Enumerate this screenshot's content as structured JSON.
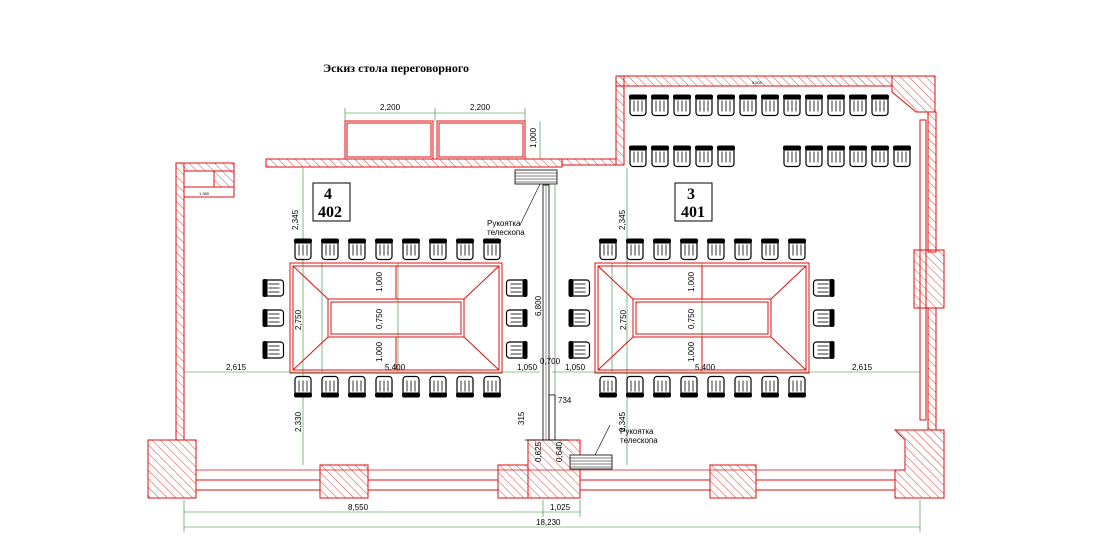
{
  "title": "Эскиз стола переговорного",
  "rooms": [
    {
      "number": "4",
      "code": "402"
    },
    {
      "number": "3",
      "code": "401"
    }
  ],
  "notes": {
    "handle_top": [
      "Рукоятка",
      "телескопа"
    ],
    "handle_bottom": [
      "Рукоятка",
      "телескопа"
    ]
  },
  "dimensions": {
    "sketch_left": "2,200",
    "sketch_right": "2,200",
    "sketch_height": "1,000",
    "left_top": "2,345",
    "left_table_h": "2,750",
    "left_inner_1": "1,000",
    "left_inner_2": "0,750",
    "left_inner_3": "1,000",
    "left_side": "2,615",
    "left_table_w": "5,400",
    "left_bottom": "2,330",
    "mid_gap_left": "1,050",
    "mid_partition": "6,800",
    "mid_small": "0,700",
    "mid_gap_right": "1,050",
    "mid_734": "734",
    "mid_315": "315",
    "mid_0625": "0,625",
    "mid_0640": "0,640",
    "right_top": "2,345",
    "right_table_h": "2,750",
    "right_inner_1": "1,000",
    "right_inner_2": "0,750",
    "right_inner_3": "1,000",
    "right_table_w": "5,400",
    "right_side": "2,615",
    "right_bottom": "2,345",
    "bottom_left": "8,550",
    "bottom_mid": "1,025",
    "overall": "18,230"
  },
  "colors": {
    "wall": "#d11111",
    "dimension": "#2a8a2a",
    "chairs": "#000000"
  }
}
